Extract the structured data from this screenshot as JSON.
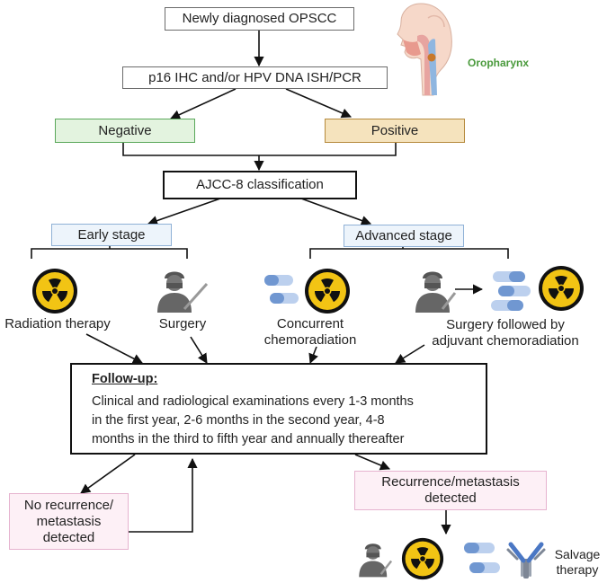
{
  "diagram": {
    "start": "Newly diagnosed OPSCC",
    "test": "p16 IHC and/or HPV DNA ISH/PCR",
    "negative": "Negative",
    "positive": "Positive",
    "classification": "AJCC-8 classification",
    "early_stage": "Early stage",
    "advanced_stage": "Advanced stage",
    "anatomy_label": "Oropharynx",
    "treatments": {
      "radiation": "Radiation therapy",
      "surgery": "Surgery",
      "concurrent": [
        "Concurrent",
        "chemoradiation"
      ],
      "surgery_adjuvant": [
        "Surgery followed by",
        "adjuvant chemoradiation"
      ]
    },
    "followup": {
      "heading": "Follow-up:",
      "lines": [
        "Clinical and radiological examinations every 1-3 months",
        "in the first year, 2-6 months in the second year, 4-8",
        "months in the third to fifth year and annually thereafter"
      ]
    },
    "no_recurrence": [
      "No recurrence/",
      "metastasis",
      "detected"
    ],
    "recurrence": [
      "Recurrence/metastasis",
      "detected"
    ],
    "salvage": [
      "Salvage",
      "therapy"
    ]
  },
  "colors": {
    "negative_fill": "#e3f3df",
    "positive_fill": "#f5e3bd",
    "stage_fill": "#edf4fb",
    "pink_fill": "#fdf0f6",
    "radiation_yellow": "#f2c414",
    "anatomy_green": "#4a9a3c"
  },
  "icons": [
    "head-anatomy-icon",
    "radiation-icon",
    "surgeon-icon",
    "pill-capsule-icon",
    "antibody-icon"
  ]
}
